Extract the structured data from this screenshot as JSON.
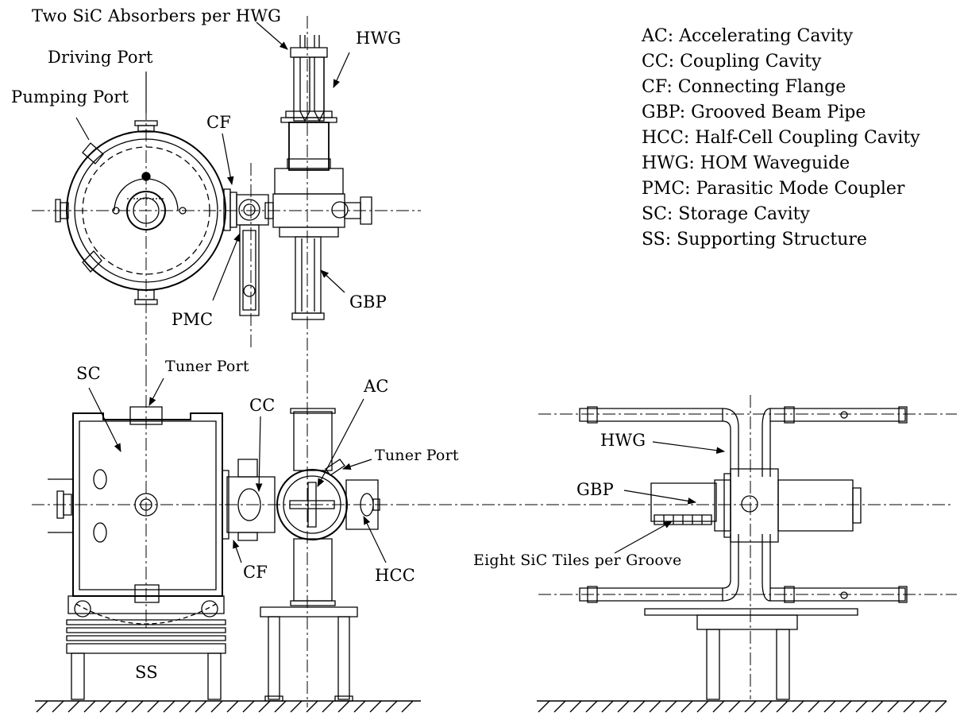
{
  "labels": {
    "two_sic_absorbers": "Two SiC Absorbers per HWG",
    "driving_port": "Driving Port",
    "pumping_port": "Pumping Port",
    "cf_top": "CF",
    "hwg_top": "HWG",
    "pmc": "PMC",
    "gbp_top": "GBP",
    "tuner_port_left": "Tuner Port",
    "sc": "SC",
    "cc": "CC",
    "ac": "AC",
    "tuner_port_right": "Tuner Port",
    "cf_bottom": "CF",
    "hcc": "HCC",
    "ss": "SS",
    "hwg_right": "HWG",
    "gbp_right": "GBP",
    "eight_sic_tiles": "Eight SiC Tiles per Groove"
  },
  "legend": [
    "AC: Accelerating Cavity",
    "CC: Coupling Cavity",
    "CF: Connecting Flange",
    "GBP: Grooved Beam Pipe",
    "HCC: Half-Cell Coupling Cavity",
    "HWG: HOM Waveguide",
    "PMC: Parasitic Mode Coupler",
    "SC: Storage Cavity",
    "SS: Supporting Structure"
  ]
}
